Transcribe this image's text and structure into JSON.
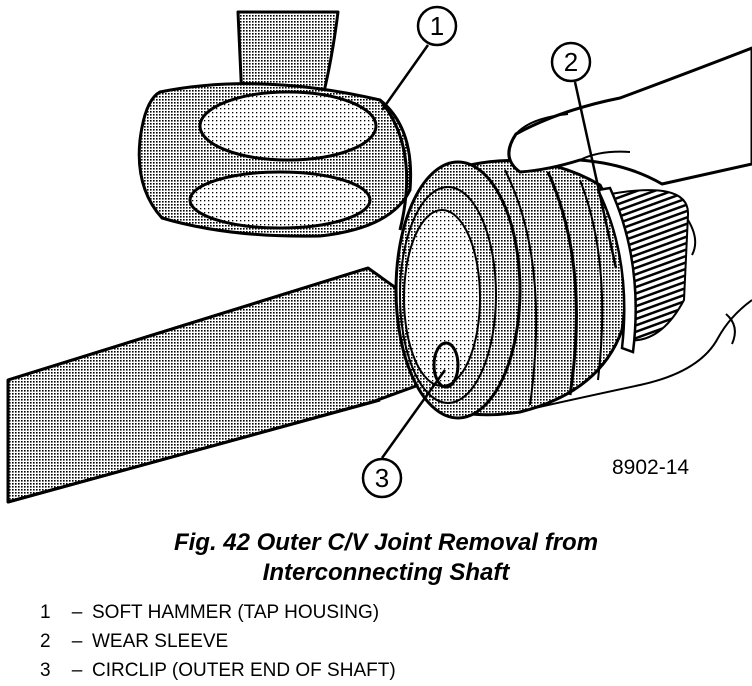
{
  "figure": {
    "callouts": [
      {
        "number": "1",
        "target": "soft-hammer"
      },
      {
        "number": "2",
        "target": "wear-sleeve"
      },
      {
        "number": "3",
        "target": "circlip"
      }
    ],
    "figure_code": "8902-14"
  },
  "caption": {
    "line1": "Fig. 42 Outer C/V Joint Removal from",
    "line2": "Interconnecting Shaft"
  },
  "legend": {
    "dash": "–",
    "items": [
      {
        "number": "1",
        "text": "SOFT HAMMER (TAP HOUSING)"
      },
      {
        "number": "2",
        "text": "WEAR SLEEVE"
      },
      {
        "number": "3",
        "text": "CIRCLIP (OUTER END OF SHAFT)"
      }
    ]
  }
}
